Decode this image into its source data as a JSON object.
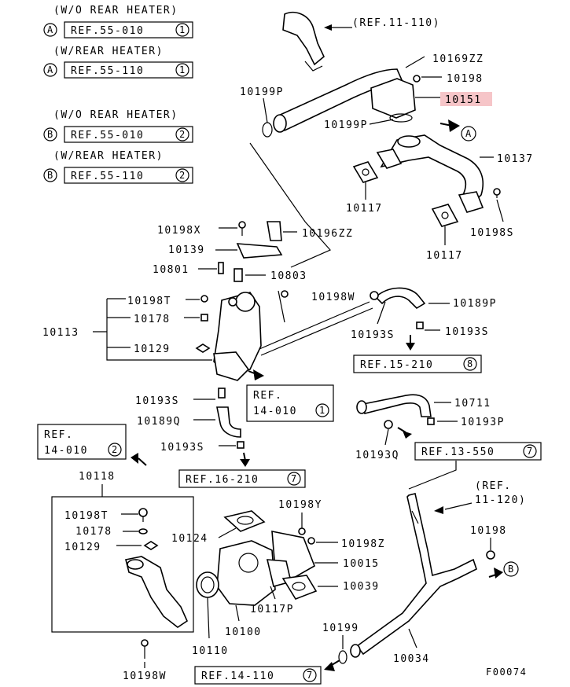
{
  "colors": {
    "highlight": "#f6c5c8",
    "ink": "#000000",
    "background": "#ffffff"
  },
  "notes": {
    "wo_rear_heater": "(W/O REAR HEATER)",
    "w_rear_heater": "(W/REAR HEATER)",
    "ref_55_010": "REF.55-010",
    "ref_55_110": "REF.55-110",
    "circle_a": "A",
    "circle_b": "B",
    "circle_1": "1",
    "circle_2": "2"
  },
  "refs": {
    "ref_11_110": "(REF.11-110)",
    "ref_15_210": "REF.15-210",
    "ref_15_210_num": "8",
    "ref_14_010a_line1": "REF.",
    "ref_14_010a_line2": "14-010",
    "ref_14_010a_num": "1",
    "ref_14_010b_line1": "REF.",
    "ref_14_010b_line2": "14-010",
    "ref_14_010b_num": "2",
    "ref_16_210": "REF.16-210",
    "ref_16_210_num": "7",
    "ref_13_550": "REF.13-550",
    "ref_13_550_num": "7",
    "ref_11_120_line1": "(REF.",
    "ref_11_120_line2": "11-120)",
    "ref_14_110": "REF.14-110",
    "ref_14_110_num": "7"
  },
  "parts": {
    "p10169zz": "10169ZZ",
    "p10198_top": "10198",
    "p10151": "10151",
    "p10199p_a": "10199P",
    "p10199p_b": "10199P",
    "p10137": "10137",
    "p10117_a": "10117",
    "p10117_b": "10117",
    "p10198s_top": "10198S",
    "p10198x": "10198X",
    "p10196zz": "10196ZZ",
    "p10139": "10139",
    "p10801": "10801",
    "p10803": "10803",
    "p10198t_a": "10198T",
    "p10178_a": "10178",
    "p10113": "10113",
    "p10129_a": "10129",
    "p10198w_a": "10198W",
    "p10189p": "10189P",
    "p10193s_a": "10193S",
    "p10193s_b": "10193S",
    "p10193s_c": "10193S",
    "p10189q": "10189Q",
    "p10193s_d": "10193S",
    "p10711": "10711",
    "p10193p": "10193P",
    "p10193q": "10193Q",
    "p10118": "10118",
    "p10198t_b": "10198T",
    "p10178_b": "10178",
    "p10129_b": "10129",
    "p10198w_b": "10198W",
    "p10198y": "10198Y",
    "p10124": "10124",
    "p10198z": "10198Z",
    "p10015": "10015",
    "p10039": "10039",
    "p10117p": "10117P",
    "p10100": "10100",
    "p10110": "10110",
    "p10198_bottom": "10198",
    "p10199": "10199",
    "p10034": "10034"
  },
  "footer": {
    "code": "F00074"
  }
}
